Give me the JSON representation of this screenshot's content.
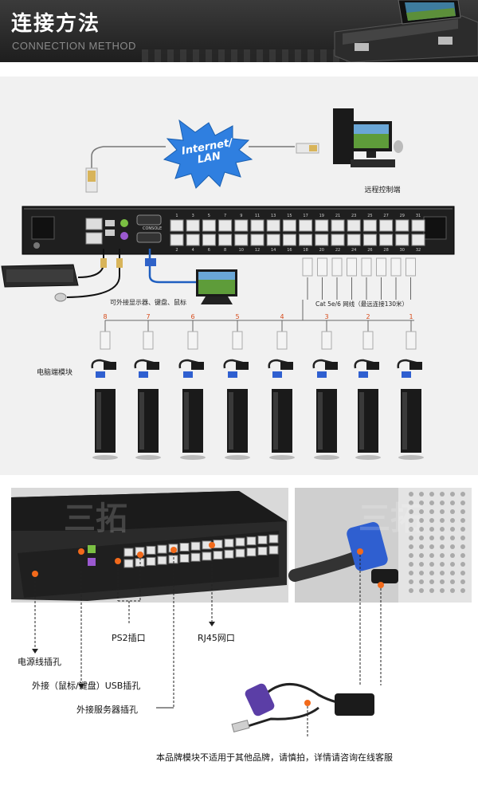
{
  "header": {
    "title": "连接方法",
    "subtitle": "CONNECTION METHOD"
  },
  "diagram": {
    "cloud_label": "Internet/\nLAN",
    "remote_label": "远程控制端",
    "console_label": "CONSOLE",
    "peripheral_label": "可外接显示器、键盘、鼠标",
    "cable_label": "Cat 5e/6 网线（最远连接130米）",
    "pc_module_label": "电脑端模块",
    "top_port_numbers": [
      "1",
      "3",
      "5",
      "7",
      "9",
      "11",
      "13",
      "15",
      "17",
      "19",
      "21",
      "23",
      "25",
      "27",
      "29",
      "31"
    ],
    "bottom_port_numbers": [
      "2",
      "4",
      "6",
      "8",
      "10",
      "12",
      "14",
      "16",
      "18",
      "20",
      "22",
      "24",
      "26",
      "28",
      "30",
      "32"
    ],
    "server_numbers": [
      "8",
      "7",
      "6",
      "5",
      "4",
      "3",
      "2",
      "1"
    ]
  },
  "photos": {
    "watermark": "三拓",
    "annotations": {
      "ps2": "PS2插口",
      "rj45": "RJ45网口",
      "power": "电源线插孔",
      "usb": "外接（鼠标/键盘）USB插孔",
      "server": "外接服务器插孔",
      "notice": "本品牌模块不适用于其他品牌，请慎拍，详情请咨询在线客服"
    }
  },
  "colors": {
    "accent_orange": "#f26a1b",
    "panel_dark": "#1f1f1f",
    "header_bg": "#2b2b2b"
  }
}
